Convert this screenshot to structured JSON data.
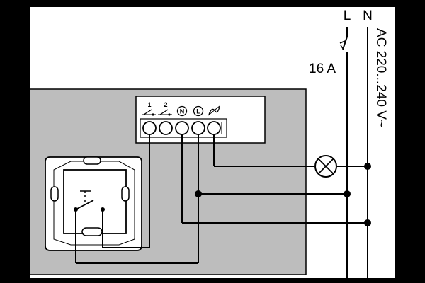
{
  "lines": {
    "live": "L",
    "neutral": "N"
  },
  "fuse_rating": "16 A",
  "supply_voltage": "AC 220...240 V~",
  "terminal_labels": {
    "t1": "1",
    "t2": "2",
    "t3": "N",
    "t4": "L"
  },
  "icons": {
    "switch_1": "push-switch-icon",
    "switch_2": "push-switch-icon",
    "load": "dimmer-load-icon",
    "lamp": "lamp-icon"
  },
  "colors": {
    "frame": "#ffffff",
    "background": "#000000",
    "module_panel": "#bdbdbd",
    "wire": "#000000",
    "component": "#ffffff"
  }
}
